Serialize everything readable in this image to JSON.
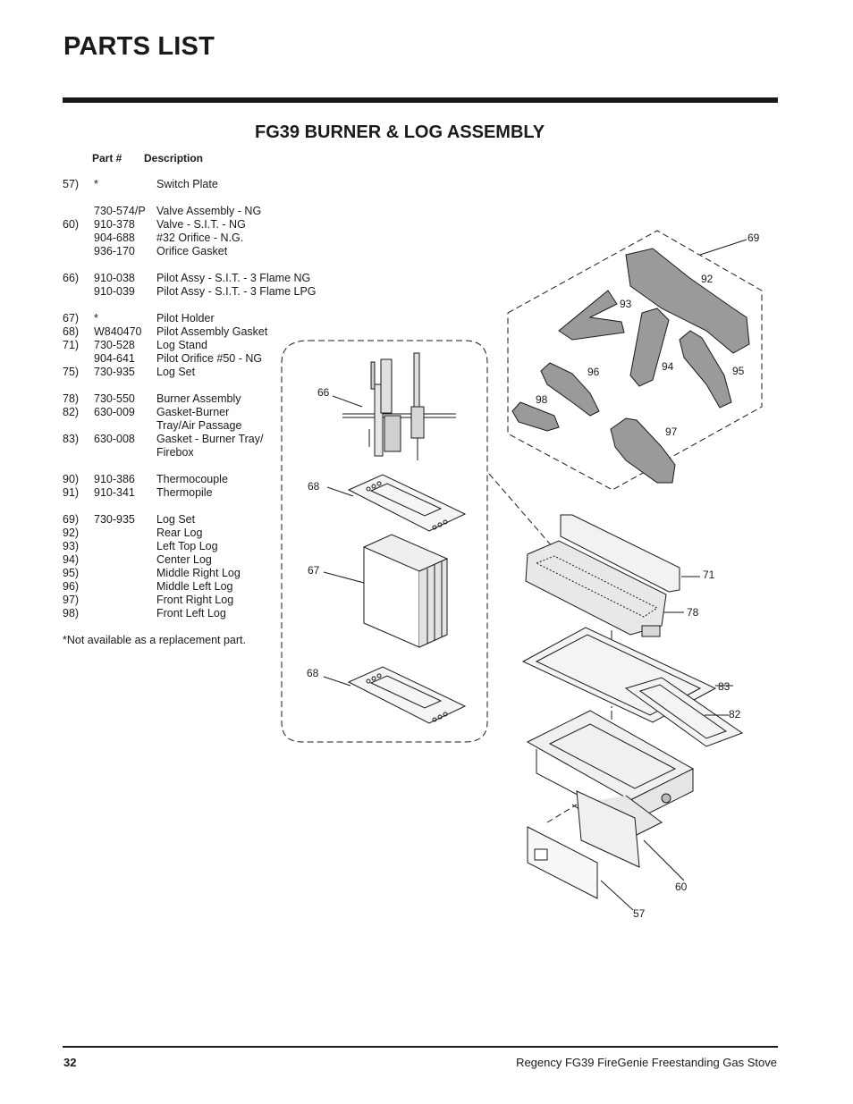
{
  "page": {
    "title": "PARTS LIST",
    "section_title": "FG39 BURNER & LOG ASSEMBLY",
    "col_part": "Part #",
    "col_desc": "Description",
    "footnote": "*Not available as a replacement part.",
    "page_number": "32",
    "footer": "Regency FG39 FireGenie Freestanding Gas Stove"
  },
  "parts": [
    {
      "num": "57)",
      "part": "*",
      "desc": "Switch Plate",
      "gap": false
    },
    {
      "num": "",
      "part": "730-574/P",
      "desc": "Valve Assembly - NG",
      "gap": true
    },
    {
      "num": "60)",
      "part": "910-378",
      "desc": "Valve - S.I.T. - NG",
      "gap": false
    },
    {
      "num": "",
      "part": "904-688",
      "desc": "#32 Orifice - N.G.",
      "gap": false
    },
    {
      "num": "",
      "part": "936-170",
      "desc": "Orifice Gasket",
      "gap": false
    },
    {
      "num": "66)",
      "part": "910-038",
      "desc": "Pilot Assy - S.I.T. -  3 Flame NG",
      "gap": true
    },
    {
      "num": "",
      "part": "910-039",
      "desc": "Pilot Assy - S.I.T. - 3 Flame LPG",
      "gap": false
    },
    {
      "num": "67)",
      "part": "*",
      "desc": "Pilot Holder",
      "gap": true
    },
    {
      "num": "68)",
      "part": "W840470",
      "desc": "Pilot Assembly Gasket",
      "gap": false
    },
    {
      "num": "71)",
      "part": "730-528",
      "desc": "Log Stand",
      "gap": false
    },
    {
      "num": "",
      "part": "904-641",
      "desc": "Pilot Orifice #50 - NG",
      "gap": false
    },
    {
      "num": "75)",
      "part": "730-935",
      "desc": "Log Set",
      "gap": false
    },
    {
      "num": "78)",
      "part": "730-550",
      "desc": "Burner  Assembly",
      "gap": true
    },
    {
      "num": "82)",
      "part": "630-009",
      "desc": "Gasket-Burner",
      "gap": false
    },
    {
      "num": "",
      "part": "",
      "desc": "Tray/Air  Passage",
      "gap": false
    },
    {
      "num": "83)",
      "part": "630-008",
      "desc": "Gasket - Burner Tray/",
      "gap": false
    },
    {
      "num": "",
      "part": "",
      "desc": "Firebox",
      "gap": false
    },
    {
      "num": "90)",
      "part": "910-386",
      "desc": "Thermocouple",
      "gap": true
    },
    {
      "num": "91)",
      "part": "910-341",
      "desc": "Thermopile",
      "gap": false
    },
    {
      "num": "69)",
      "part": "730-935",
      "desc": "Log Set",
      "gap": true
    },
    {
      "num": "92)",
      "part": "",
      "desc": "Rear Log",
      "gap": false
    },
    {
      "num": "93)",
      "part": "",
      "desc": "Left Top Log",
      "gap": false
    },
    {
      "num": "94)",
      "part": "",
      "desc": "Center Log",
      "gap": false
    },
    {
      "num": "95)",
      "part": "",
      "desc": "Middle Right Log",
      "gap": false
    },
    {
      "num": "96)",
      "part": "",
      "desc": "Middle Left Log",
      "gap": false
    },
    {
      "num": "97)",
      "part": "",
      "desc": "Front Right Log",
      "gap": false
    },
    {
      "num": "98)",
      "part": "",
      "desc": "Front Left Log",
      "gap": false
    }
  ],
  "callouts": {
    "c57": "57",
    "c60": "60",
    "c66": "66",
    "c67": "67",
    "c68a": "68",
    "c68b": "68",
    "c69": "69",
    "c71": "71",
    "c78": "78",
    "c82": "82",
    "c83": "83",
    "c92": "92",
    "c93": "93",
    "c94": "94",
    "c95": "95",
    "c96": "96",
    "c97": "97",
    "c98": "98"
  }
}
